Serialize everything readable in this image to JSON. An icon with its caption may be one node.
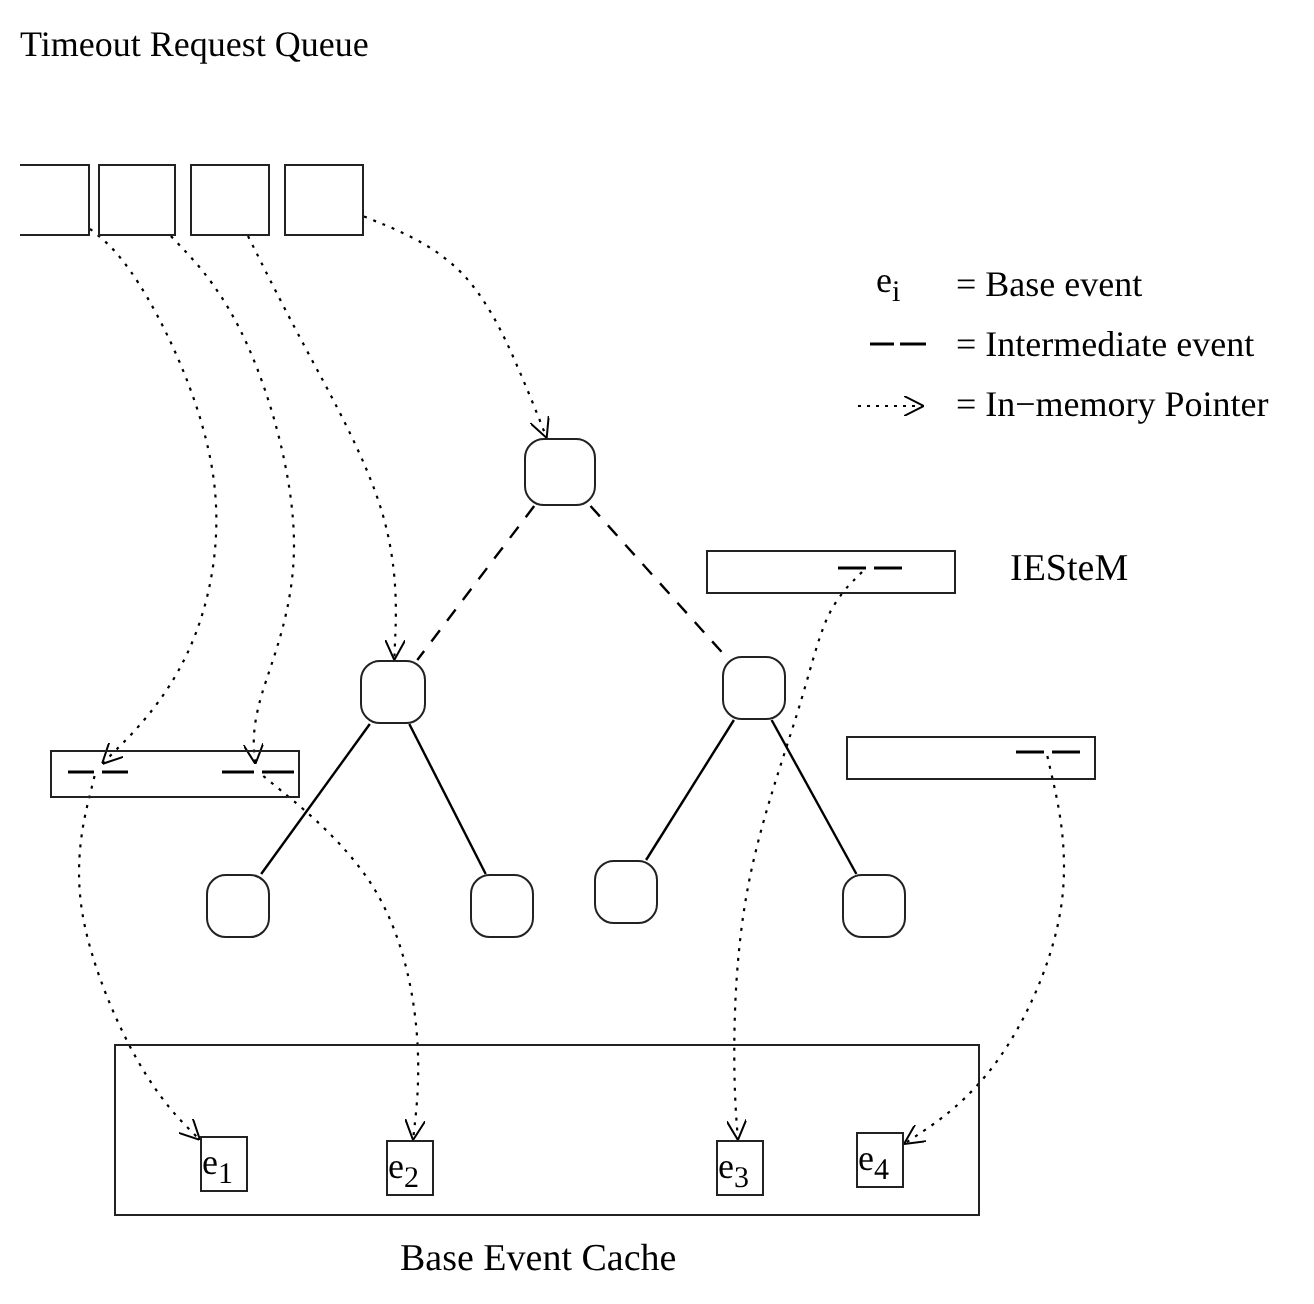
{
  "diagram": {
    "nodes": [
      {
        "text": [],
        "shape": "box"
      },
      {
        "text": [],
        "shape": "box"
      },
      {
        "text": [],
        "shape": "box"
      },
      {
        "text": [],
        "shape": "box"
      },
      {
        "text": [],
        "shape": "box"
      },
      {
        "text": [],
        "shape": "box"
      },
      {
        "text": [],
        "shape": "box"
      },
      {
        "text": [],
        "shape": "box"
      },
      {
        "text": [],
        "shape": "box"
      },
      {
        "text": [],
        "shape": "box"
      },
      {
        "text": [],
        "shape": "box"
      },
      {
        "text": [],
        "shape": "box",
        "beside": [
          "IESteM"
        ]
      },
      {
        "text": [],
        "shape": "bar",
        "in": 11
      },
      {
        "text": [],
        "shape": "box"
      },
      {
        "text": [],
        "shape": "bar",
        "in": 13
      },
      {
        "text": [],
        "shape": "bar",
        "in": 13
      },
      {
        "text": [],
        "shape": "box"
      },
      {
        "text": [],
        "shape": "bar",
        "in": 16
      },
      {
        "text": [
          "Base Event Cache"
        ]
      },
      {
        "text": [
          "e$_{1}$"
        ],
        "in": 18
      },
      {
        "text": [
          "e$_{2}$"
        ],
        "in": 18
      },
      {
        "text": [
          "e$_{3}$"
        ],
        "in": 18
      },
      {
        "text": [
          "e$_{4}$"
        ],
        "in": 18
      }
    ],
    "edges": [
      {
        "from": 0,
        "to": 14,
        "arrow": "to",
        "style": "dashed"
      },
      {
        "from": 1,
        "to": 15,
        "arrow": "to",
        "style": "dashed"
      },
      {
        "from": 2,
        "to": 5,
        "arrow": "to",
        "style": "dashed"
      },
      {
        "from": 3,
        "to": 4,
        "arrow": "to",
        "style": "dashed"
      },
      {
        "from": 14,
        "to": 19,
        "arrow": "to",
        "style": "dashed"
      },
      {
        "from": 15,
        "to": 20,
        "arrow": "to",
        "style": "dashed"
      },
      {
        "from": 12,
        "to": 21,
        "arrow": "to",
        "style": "dashed"
      },
      {
        "from": 17,
        "to": 22,
        "arrow": "to",
        "style": "dashed"
      },
      {
        "from": 4,
        "to": 5,
        "arrow": "none",
        "style": "dashed"
      },
      {
        "from": 4,
        "to": 6,
        "arrow": "none",
        "style": "dashed"
      },
      {
        "from": 5,
        "to": 7,
        "arrow": "none"
      },
      {
        "from": 5,
        "to": 8,
        "arrow": "none"
      },
      {
        "from": 6,
        "to": 9,
        "arrow": "none"
      },
      {
        "from": 6,
        "to": 10,
        "arrow": "none"
      }
    ],
    "labels": [
      "Timeout Request Queue",
      "e$_{i}$"
    ],
    "legend": [
      {
        "text": "= Base event"
      },
      {
        "text": "= Intermediate event"
      },
      {
        "text": "= In−memory Pointer"
      }
    ]
  }
}
